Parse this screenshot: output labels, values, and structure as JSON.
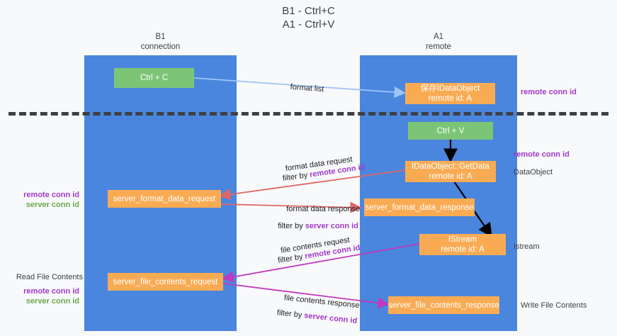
{
  "title": "B1 - Ctrl+C\nA1 - Ctrl+V",
  "colors": {
    "lane": "#4a86dd",
    "green_box": "#7cc576",
    "orange_box": "#f9ab54",
    "remote_conn_id": "#a139c9",
    "server_conn_id": "#6aa84f",
    "background": "#f8f9fa",
    "divider": "#3c4043",
    "arrow_blue": "#9fc5f8",
    "arrow_red": "#e06666",
    "arrow_black": "#000000",
    "arrow_magenta": "#c039c0"
  },
  "columns": {
    "left": "B1\nconnection",
    "right": "A1\nremote"
  },
  "boxes": {
    "ctrl_c": "Ctrl + C",
    "ctrl_v": "Ctrl + V",
    "save_dataobject": "保存IDataObject\nremote id: A",
    "getdata": "IDataObject::GetData\nremote id: A",
    "istream": "IStream\nremote id: A",
    "server_format_data_request": "server_format_data_request",
    "server_format_data_response": "server_format_data_response",
    "server_file_contents_request": "server_file_contents_request",
    "server_file_contents_response": "server_file_contents_response"
  },
  "edge_labels": {
    "format_list": "format list",
    "format_data_request": "format data request",
    "format_data_request_filter_prefix": "filter by ",
    "format_data_request_filter_key": "remote conn id",
    "format_data_response": "format data response",
    "format_data_response_filter_prefix": "filter by ",
    "format_data_response_filter_key": "server conn id",
    "file_contents_request": "file contents request",
    "file_contents_request_filter_prefix": "filter by ",
    "file_contents_request_filter_key": "remote conn id",
    "file_contents_response": "file contents response",
    "file_contents_response_filter_prefix": "filter by ",
    "file_contents_response_filter_key": "server conn id"
  },
  "annotations": {
    "right_top_remote": "remote conn id",
    "right_mid_remote": "remote conn id",
    "right_dataobject": "DataObject",
    "right_istream": "Istream",
    "right_write_file_contents": "Write File Contents",
    "left_remote_1": "remote conn id",
    "left_server_1": "server conn id",
    "left_read_file_contents": "Read File Contents",
    "left_remote_2": "remote conn id",
    "left_server_2": "server conn id"
  }
}
